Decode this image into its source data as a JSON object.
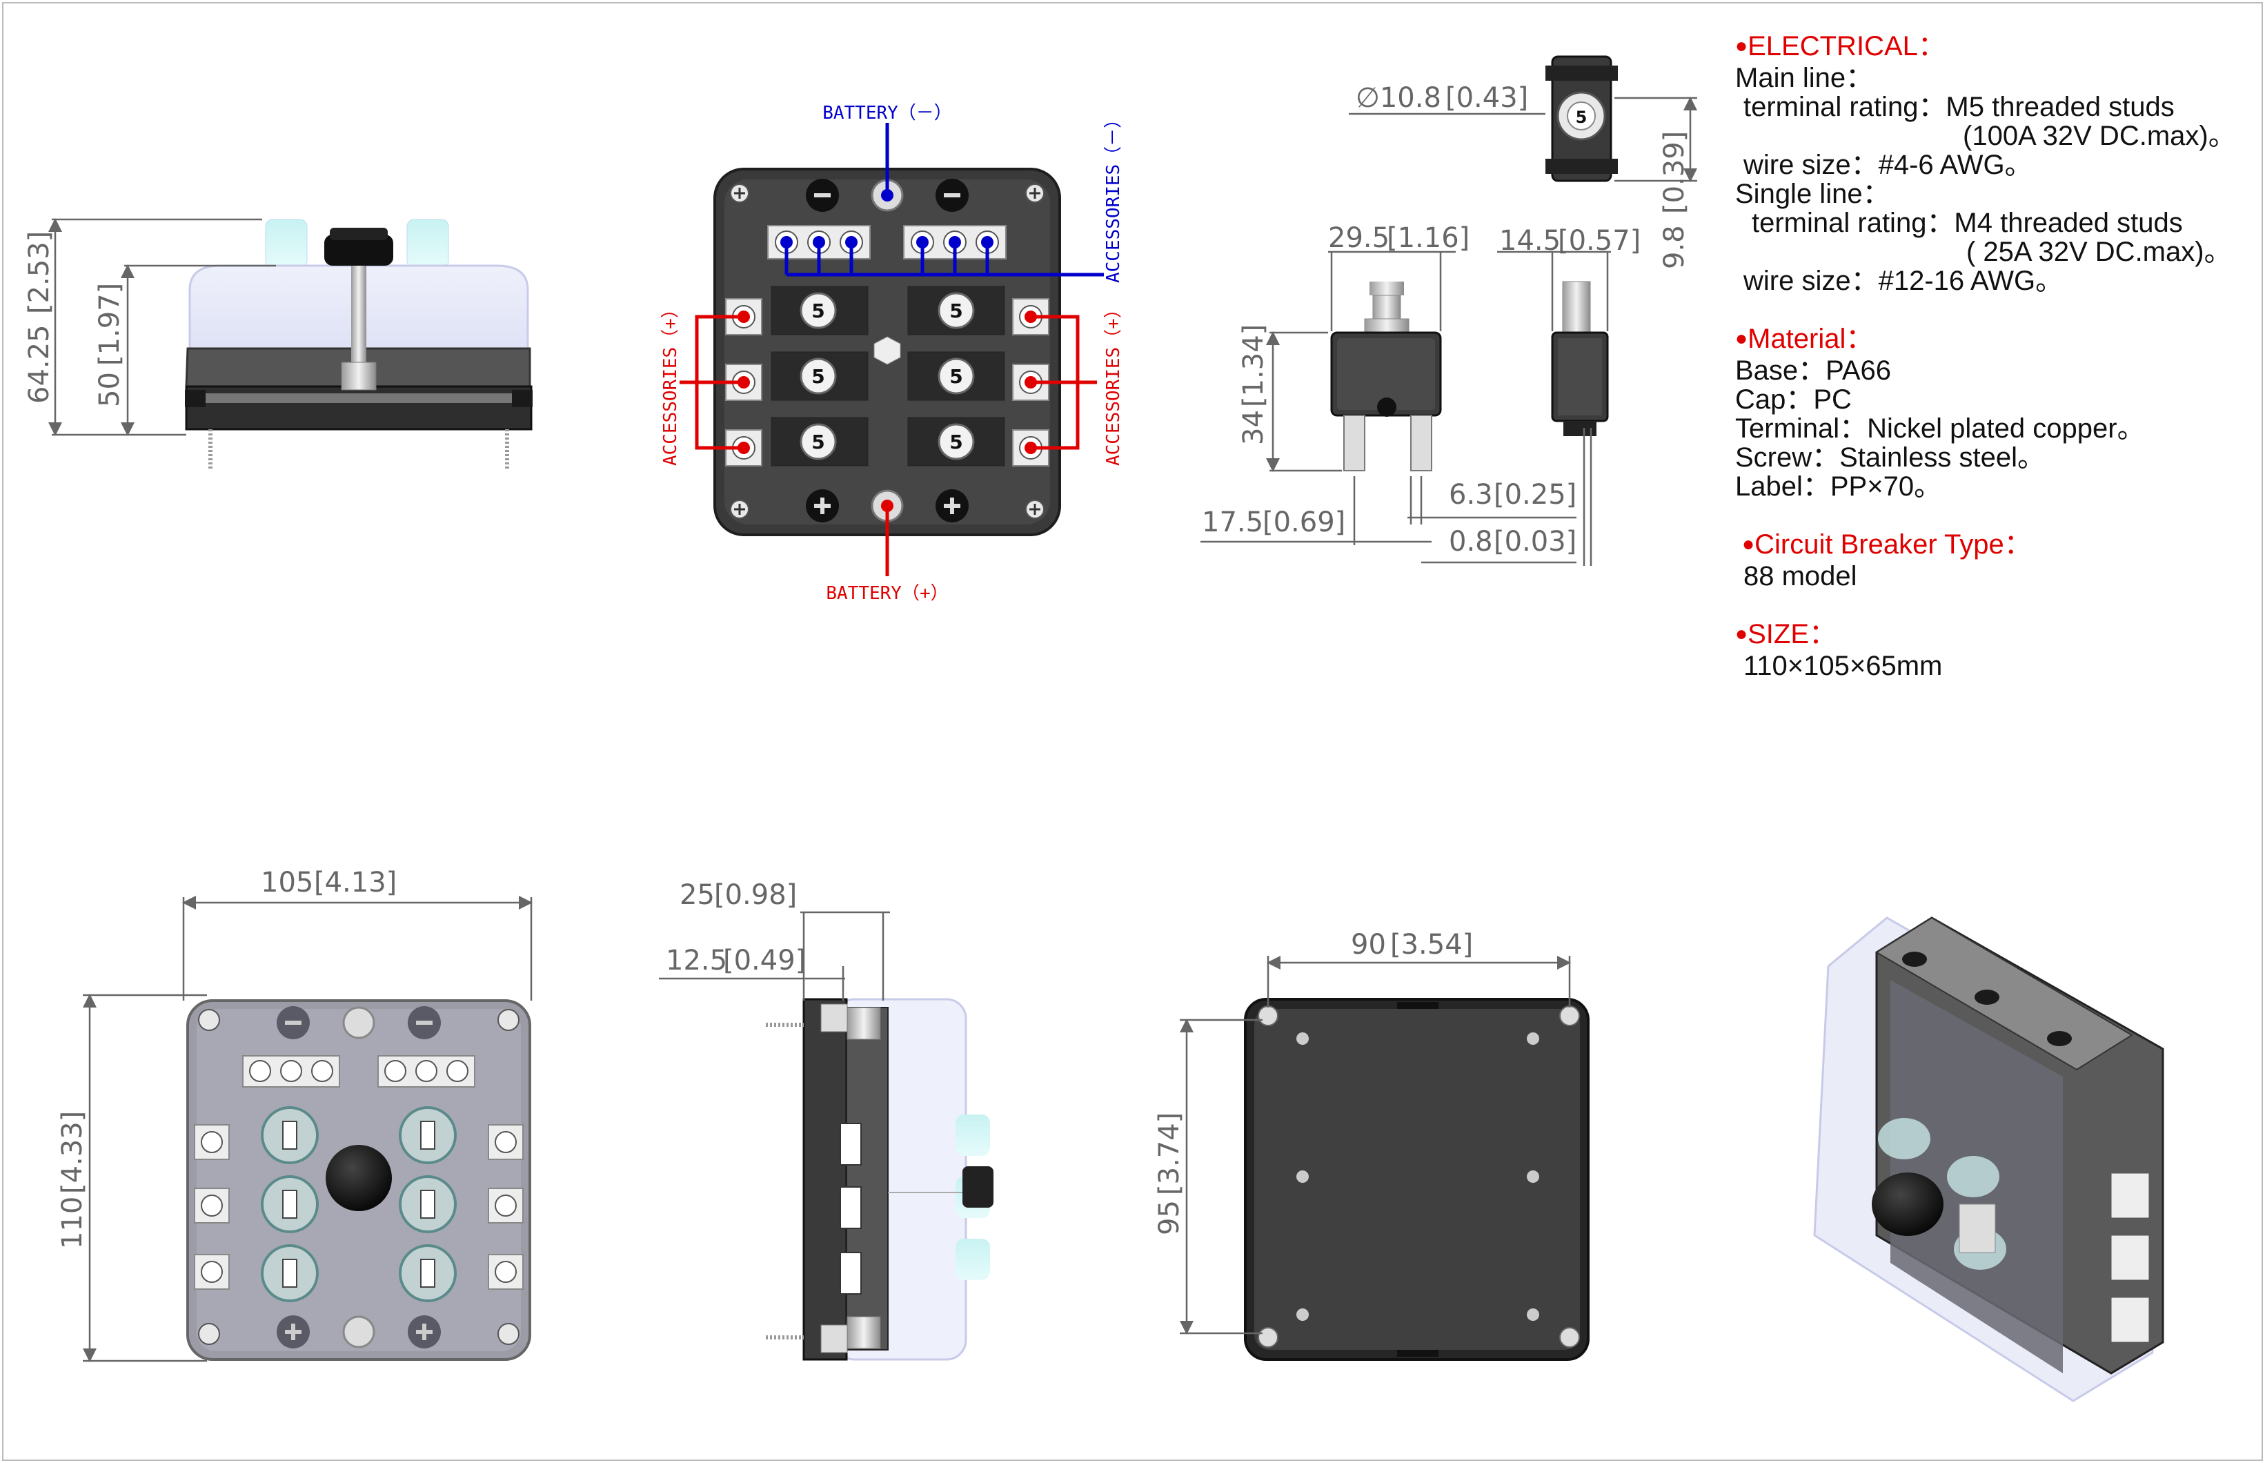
{
  "labels": {
    "battery_neg": "BATTERY（－）",
    "battery_pos": "BATTERY（+）",
    "acc_neg": "ACCESSORIES（－）",
    "acc_pos": "ACCESSORIES（+）",
    "breaker_number": "5"
  },
  "dimensions": {
    "height_total": "64.25",
    "height_total_in": "[2.53]",
    "height_cap": "50",
    "height_cap_in": "[1.97]",
    "cb_diameter": "∅10.8",
    "cb_diameter_in": "[0.43]",
    "cb_cap_h": "9.8",
    "cb_cap_h_in": "[0.39]",
    "cb_width": "29.5",
    "cb_width_in": "[1.16]",
    "cb_depth": "14.5",
    "cb_depth_in": "[0.57]",
    "cb_height": "34",
    "cb_height_in": "[1.34]",
    "cb_pin_spacing": "6.3",
    "cb_pin_spacing_in": "[0.25]",
    "cb_pin_offset": "17.5",
    "cb_pin_offset_in": "[0.69]",
    "cb_pin_thick": "0.8",
    "cb_pin_thick_in": "[0.03]",
    "box_width": "105",
    "box_width_in": "[4.13]",
    "box_height": "110",
    "box_height_in": "[4.33]",
    "side_25": "25",
    "side_25_in": "[0.98]",
    "side_12": "12.5",
    "side_12_in": "[0.49]",
    "mount_w": "90",
    "mount_w_in": "[3.54]",
    "mount_h": "95",
    "mount_h_in": "[3.74]"
  },
  "spec": {
    "electrical": {
      "heading": "ELECTRICAL：",
      "main_line": "Main line：",
      "main_rating": "terminal rating：M5 threaded studs",
      "main_rating_2": "(100A 32V DC.max)。",
      "main_wire": "wire size：#4-6 AWG。",
      "single_line": "Single line：",
      "single_rating": "terminal rating：M4 threaded studs",
      "single_rating_2": "( 25A 32V DC.max)。",
      "single_wire": "wire size：#12-16 AWG。"
    },
    "material": {
      "heading": "Material：",
      "base": "Base：PA66",
      "cap": "Cap：PC",
      "terminal": "Terminal：Nickel plated copper。",
      "screw": "Screw：Stainless steel。",
      "label": "Label：PP×70。"
    },
    "breaker": {
      "heading": "Circuit Breaker Type：",
      "model": "88 model"
    },
    "size": {
      "heading": "SIZE：",
      "value": "110×105×65mm"
    }
  },
  "colors": {
    "positive": "#e00000",
    "negative": "#0000cc",
    "dimension": "#555555",
    "body": "#3a3a3a"
  }
}
